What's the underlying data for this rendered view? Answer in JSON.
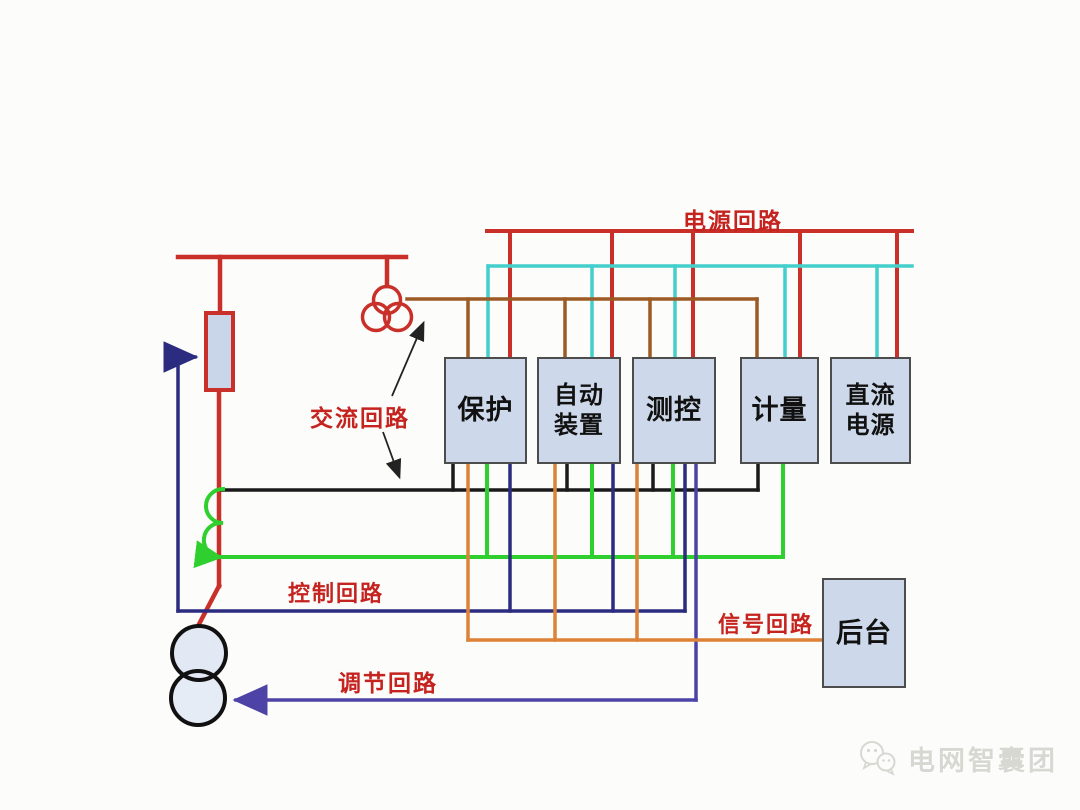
{
  "colors": {
    "background": "#fcfcfa",
    "red": "#c9302a",
    "label_red": "#c5231f",
    "cyan": "#43cfcb",
    "brown": "#9c5b24",
    "wire_black": "#1a1a1a",
    "green": "#2fcf2f",
    "navy": "#2b2b80",
    "indigo": "#4d43a6",
    "orange": "#dd8236",
    "box_fill": "#cdd9ea",
    "box_border": "#4d4d4d",
    "breaker_fill": "#c9d6ea",
    "transformer_fill": "#e2e9f4",
    "watermark": "#d8d8d3"
  },
  "circuit_labels": {
    "power": "电源回路",
    "ac": "交流回路",
    "control": "控制回路",
    "signal": "信号回路",
    "regulation": "调节回路"
  },
  "devices": [
    {
      "label": "保护"
    },
    {
      "label": "自动装置"
    },
    {
      "label": "测控"
    },
    {
      "label": "计量"
    },
    {
      "label": "直流电源"
    }
  ],
  "backend": {
    "label": "后台"
  },
  "watermark": {
    "text": "电网智囊团",
    "icon": "wechat-icon"
  }
}
